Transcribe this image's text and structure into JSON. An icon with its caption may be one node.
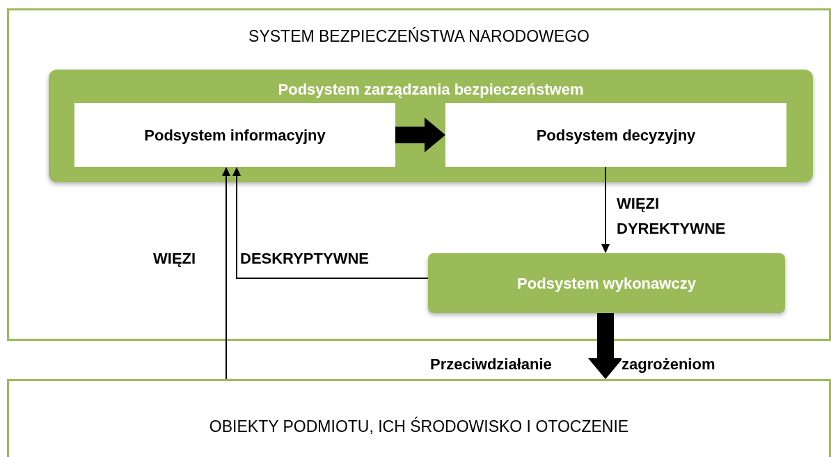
{
  "diagram": {
    "nodes": [
      {
        "text": [
          "SYSTEM BEZPIECZEŃSTWA NARODOWEGO"
        ]
      },
      {
        "text": [
          "Podsystem zarządzania bezpieczeństwem"
        ],
        "in": 0
      },
      {
        "text": [
          "Podsystem informacyjny"
        ],
        "in": 1
      },
      {
        "text": [
          "Podsystem decyzyjny"
        ],
        "in": 1
      },
      {
        "text": [
          "Podsystem wykonawczy"
        ],
        "in": 0
      },
      {
        "text": [
          "OBIEKTY PODMIOTU, ICH ŚRODOWISKO I OTOCZENIE"
        ]
      }
    ],
    "edges": [
      {
        "from": 2,
        "to": 3,
        "arrow": "to",
        "style": "thick"
      },
      {
        "from": 3,
        "to": 4,
        "arrow": "to",
        "label": "WIĘZI DYREKTYWNE"
      },
      {
        "from": 4,
        "to": 2,
        "arrow": "to"
      },
      {
        "from": 5,
        "to": 2,
        "arrow": "to"
      },
      {
        "from": 4,
        "to": 5,
        "arrow": "to",
        "style": "thick"
      }
    ],
    "labels": [
      "WIĘZI",
      "DESKRYPTYWNE",
      "Przeciwdziałanie",
      "zagrożeniom"
    ]
  }
}
